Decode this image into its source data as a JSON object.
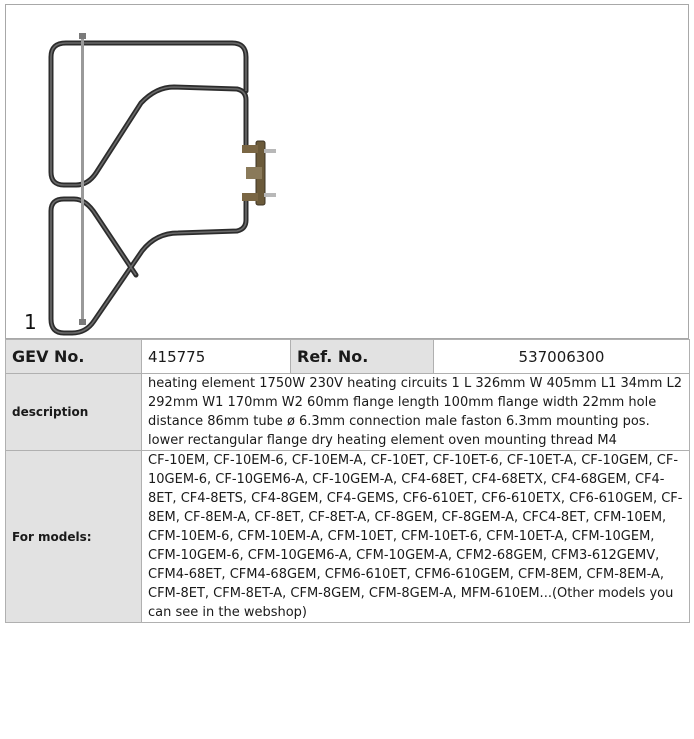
{
  "image": {
    "index_label": "1",
    "icon": "heating-element-photo"
  },
  "table": {
    "gev_label": "GEV No.",
    "gev_value": "415775",
    "ref_label": "Ref. No.",
    "ref_value": "537006300",
    "description_label": "description",
    "description_text": "heating element  1750W 230V heating circuits 1 L 326mm W 405mm L1 34mm L2 292mm W1 170mm W2 60mm flange length 100mm flange width 22mm hole distance 86mm tube ø 6.3mm connection male faston 6.3mm mounting pos. lower rectangular flange dry heating element oven mounting thread M4",
    "models_label": "For models:",
    "models_text": "CF-10EM, CF-10EM-6, CF-10EM-A, CF-10ET, CF-10ET-6, CF-10ET-A, CF-10GEM, CF-10GEM-6, CF-10GEM6-A, CF-10GEM-A, CF4-68ET, CF4-68ETX, CF4-68GEM, CF4-8ET, CF4-8ETS, CF4-8GEM, CF4-GEMS, CF6-610ET, CF6-610ETX, CF6-610GEM, CF-8EM, CF-8EM-A, CF-8ET, CF-8ET-A, CF-8GEM, CF-8GEM-A, CFC4-8ET, CFM-10EM, CFM-10EM-6, CFM-10EM-A, CFM-10ET, CFM-10ET-6, CFM-10ET-A, CFM-10GEM, CFM-10GEM-6, CFM-10GEM6-A, CFM-10GEM-A, CFM2-68GEM, CFM3-612GEMV, CFM4-68ET, CFM4-68GEM, CFM6-610ET, CFM6-610GEM, CFM-8EM, CFM-8EM-A, CFM-8ET, CFM-8ET-A, CFM-8GEM, CFM-8GEM-A, MFM-610EM...(Other models you can see in the webshop)"
  },
  "colors": {
    "label_bg": "#e2e2e2",
    "border": "#b0b0b0",
    "element_tube": "#2c2c2c"
  }
}
